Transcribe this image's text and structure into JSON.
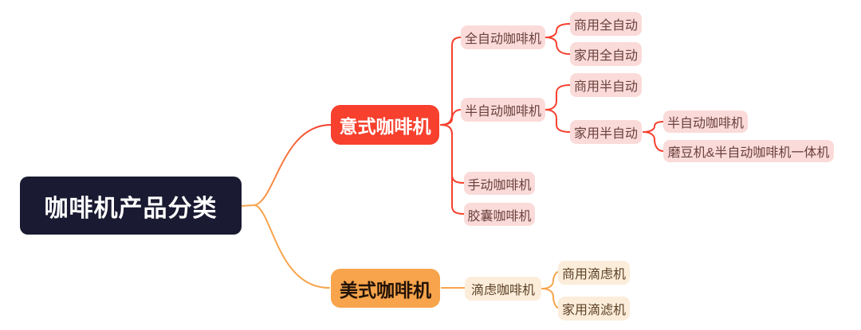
{
  "title": "咖啡机产品分类",
  "colors": {
    "root_bg": "#1a1a32",
    "red": "#f7402e",
    "orange": "#f7a44c",
    "pink": "#fadbd9",
    "cream": "#fcedda",
    "root_text": "#ffffff",
    "pink_text": "#6a403c",
    "cream_text": "#5c4026"
  },
  "tree": {
    "label": "咖啡机产品分类",
    "children": [
      {
        "label": "意式咖啡机",
        "children": [
          {
            "label": "全自动咖啡机",
            "children": [
              {
                "label": "商用全自动"
              },
              {
                "label": "家用全自动"
              }
            ]
          },
          {
            "label": "半自动咖啡机",
            "children": [
              {
                "label": "商用半自动"
              },
              {
                "label": "家用半自动",
                "children": [
                  {
                    "label": "半自动咖啡机"
                  },
                  {
                    "label": "磨豆机&半自动咖啡机一体机"
                  }
                ]
              }
            ]
          },
          {
            "label": "手动咖啡机"
          },
          {
            "label": "胶囊咖啡机"
          }
        ]
      },
      {
        "label": "美式咖啡机",
        "children": [
          {
            "label": "滴虑咖啡机",
            "children": [
              {
                "label": "商用滴虑机"
              },
              {
                "label": "家用滴滤机"
              }
            ]
          }
        ]
      }
    ]
  }
}
